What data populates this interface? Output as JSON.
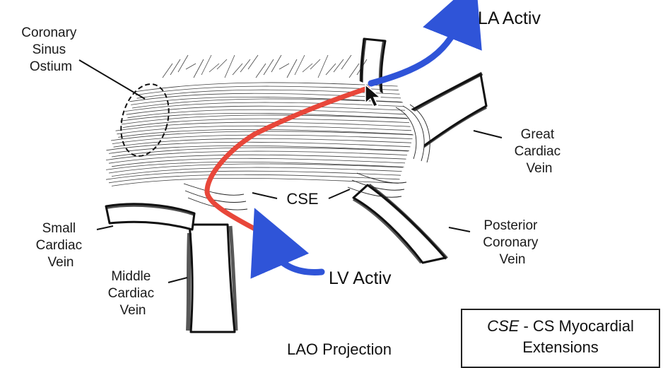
{
  "labels": {
    "coronary_sinus_ostium": [
      "Coronary",
      "Sinus",
      "Ostium"
    ],
    "la_activ": "LA Activ",
    "great_cardiac_vein": [
      "Great",
      "Cardiac",
      "Vein"
    ],
    "cse": "CSE",
    "posterior_coronary_vein": [
      "Posterior",
      "Coronary",
      "Vein"
    ],
    "small_cardiac_vein": [
      "Small",
      "Cardiac",
      "Vein"
    ],
    "middle_cardiac_vein": [
      "Middle",
      "Cardiac",
      "Vein"
    ],
    "lv_activ": "LV Activ"
  },
  "legend": {
    "abbr": "CSE",
    "line1_rest": " - CS Myocardial",
    "line2": "Extensions"
  },
  "caption": "LAO Projection",
  "colors": {
    "activation_path": "#e8473a",
    "activation_arrow": "#2f54d8",
    "ink": "#111111"
  },
  "icons": {
    "cursor": "mouse-pointer-icon"
  }
}
